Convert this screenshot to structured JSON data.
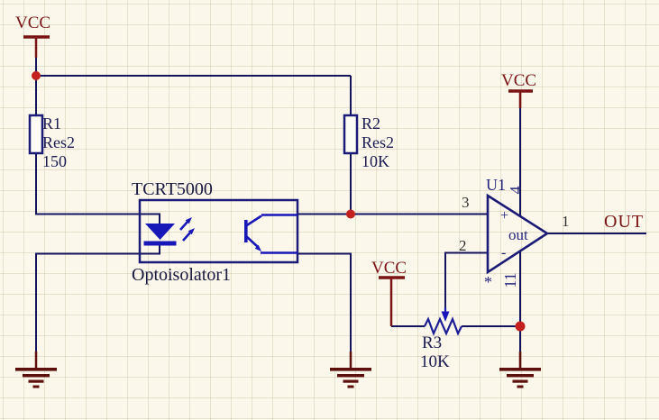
{
  "power": {
    "vcc_left": "VCC",
    "vcc_mid": "VCC",
    "vcc_opamp": "VCC"
  },
  "r1": {
    "designator": "R1",
    "comment": "Res2",
    "value": "150"
  },
  "r2": {
    "designator": "R2",
    "comment": "Res2",
    "value": "10K"
  },
  "r3": {
    "designator": "R3",
    "value": "10K"
  },
  "opto": {
    "comment": "TCRT5000",
    "designator": "Optoisolator1"
  },
  "opamp": {
    "designator": "U1",
    "body_label": "out",
    "plus_sign": "+",
    "minus_sign": "-",
    "star": "*",
    "pin_noninverting": "3",
    "pin_inverting": "2",
    "pin_output": "1",
    "pin_power": "4",
    "pin_ground": "11"
  },
  "nets": {
    "output_label": "OUT"
  },
  "colors": {
    "background": "#FBF8EB",
    "grid": "#EAE3D0",
    "wire": "#14145E",
    "component_outline": "#1C1C78",
    "symbol_blue": "#1818B8",
    "power_red": "#7B1214",
    "ground_red": "#5E100E",
    "junction_red": "#C42020",
    "label_navy": "#1B1B52",
    "pin_number_gray": "#2E2E2E"
  }
}
